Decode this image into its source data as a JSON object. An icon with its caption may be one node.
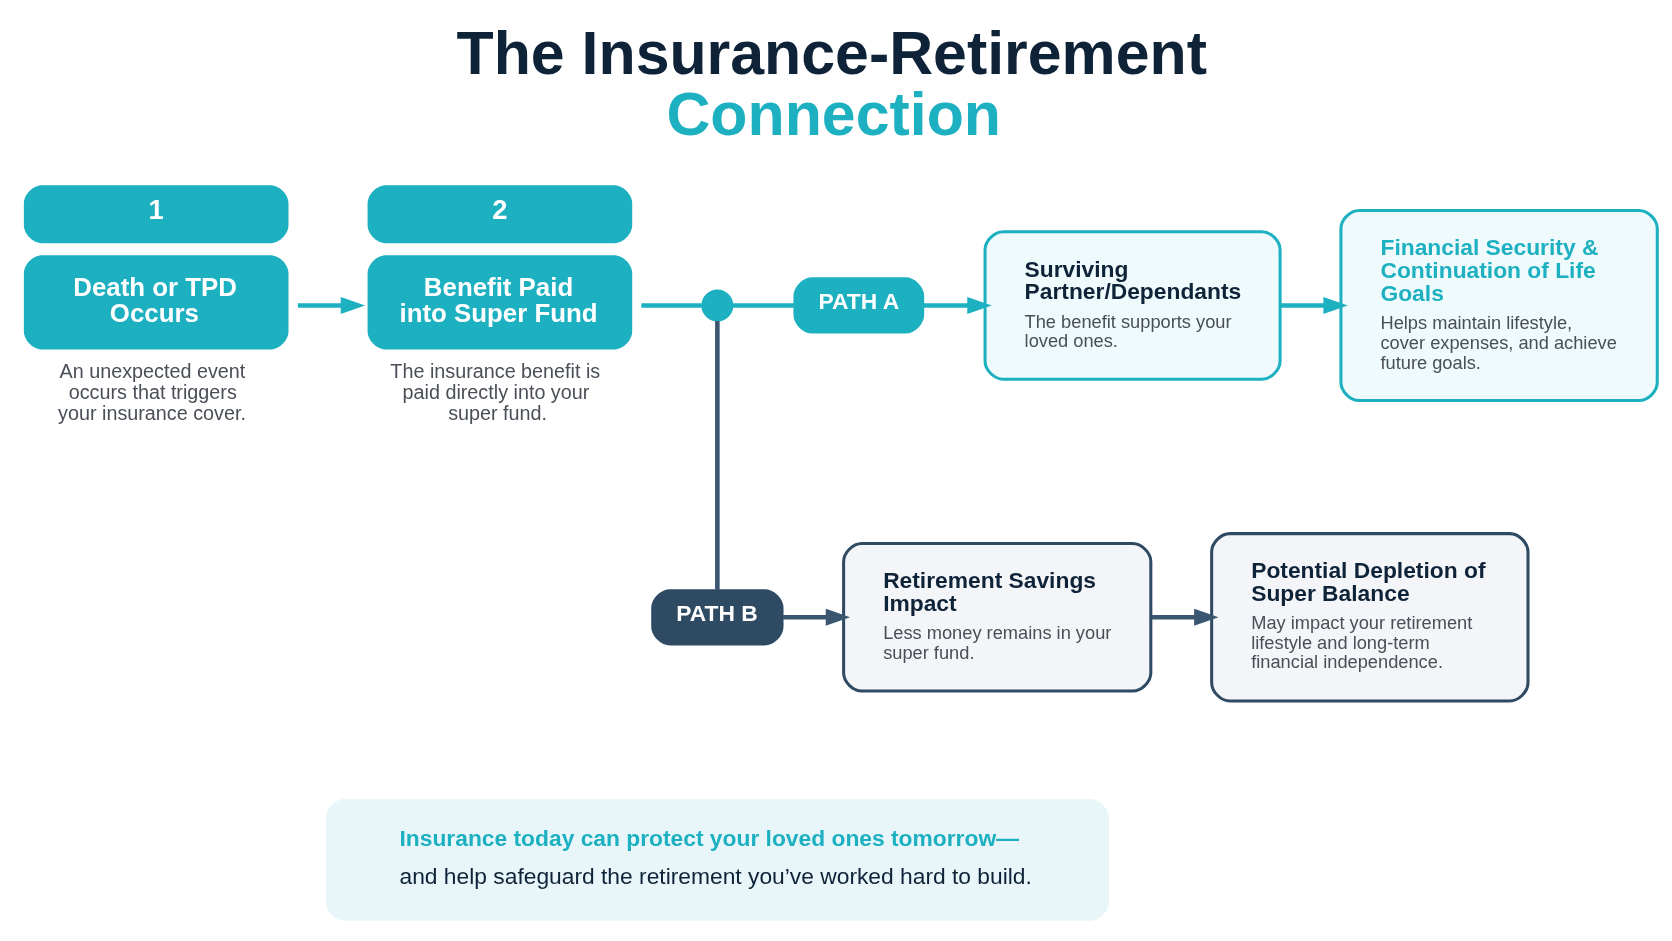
{
  "diagram": {
    "title": "The Insurance-Retirement Connection",
    "nodes": [
      {
        "text": [
          "1",
          "Death or TPD Occurs"
        ],
        "beside": [
          "An unexpected event occurs that triggers your insurance cover."
        ]
      },
      {
        "text": [
          "2",
          "Benefit Paid into Super Fund"
        ],
        "beside": [
          "The insurance benefit is paid directly into your super fund."
        ]
      },
      {
        "text": [],
        "shape": "circle"
      },
      {
        "text": [
          "PATH A"
        ]
      },
      {
        "text": [
          "Surviving Partner/Dependants",
          "The benefit supports your loved ones."
        ]
      },
      {
        "text": [
          "Financial Security & Continuation of Life Goals",
          "Helps maintain lifestyle, cover expenses, and achieve future goals."
        ]
      },
      {
        "text": [
          "PATH B"
        ]
      },
      {
        "text": [
          "Retirement Savings Impact",
          "Less money remains in your super fund."
        ]
      },
      {
        "text": [
          "Potential Depletion of Super Balance",
          "May impact your retirement lifestyle and long-term financial independence."
        ]
      },
      {
        "text": [
          "Insurance today can protect your loved ones tomorrow—",
          "and help safeguard the retirement you’ve worked hard to build."
        ]
      }
    ],
    "edges": [
      {
        "from": 0,
        "to": 1,
        "arrow": "to"
      },
      {
        "from": 1,
        "to": 2,
        "arrow": "none"
      },
      {
        "from": 2,
        "to": 3,
        "arrow": "none"
      },
      {
        "from": 3,
        "to": 4,
        "arrow": "to"
      },
      {
        "from": 4,
        "to": 5,
        "arrow": "to"
      },
      {
        "from": 2,
        "to": 6,
        "arrow": "none",
        "color": "#3b5670"
      },
      {
        "from": 6,
        "to": 7,
        "arrow": "to",
        "color": "#3b5670"
      },
      {
        "from": 7,
        "to": 8,
        "arrow": "to",
        "color": "#3b5670"
      }
    ]
  }
}
